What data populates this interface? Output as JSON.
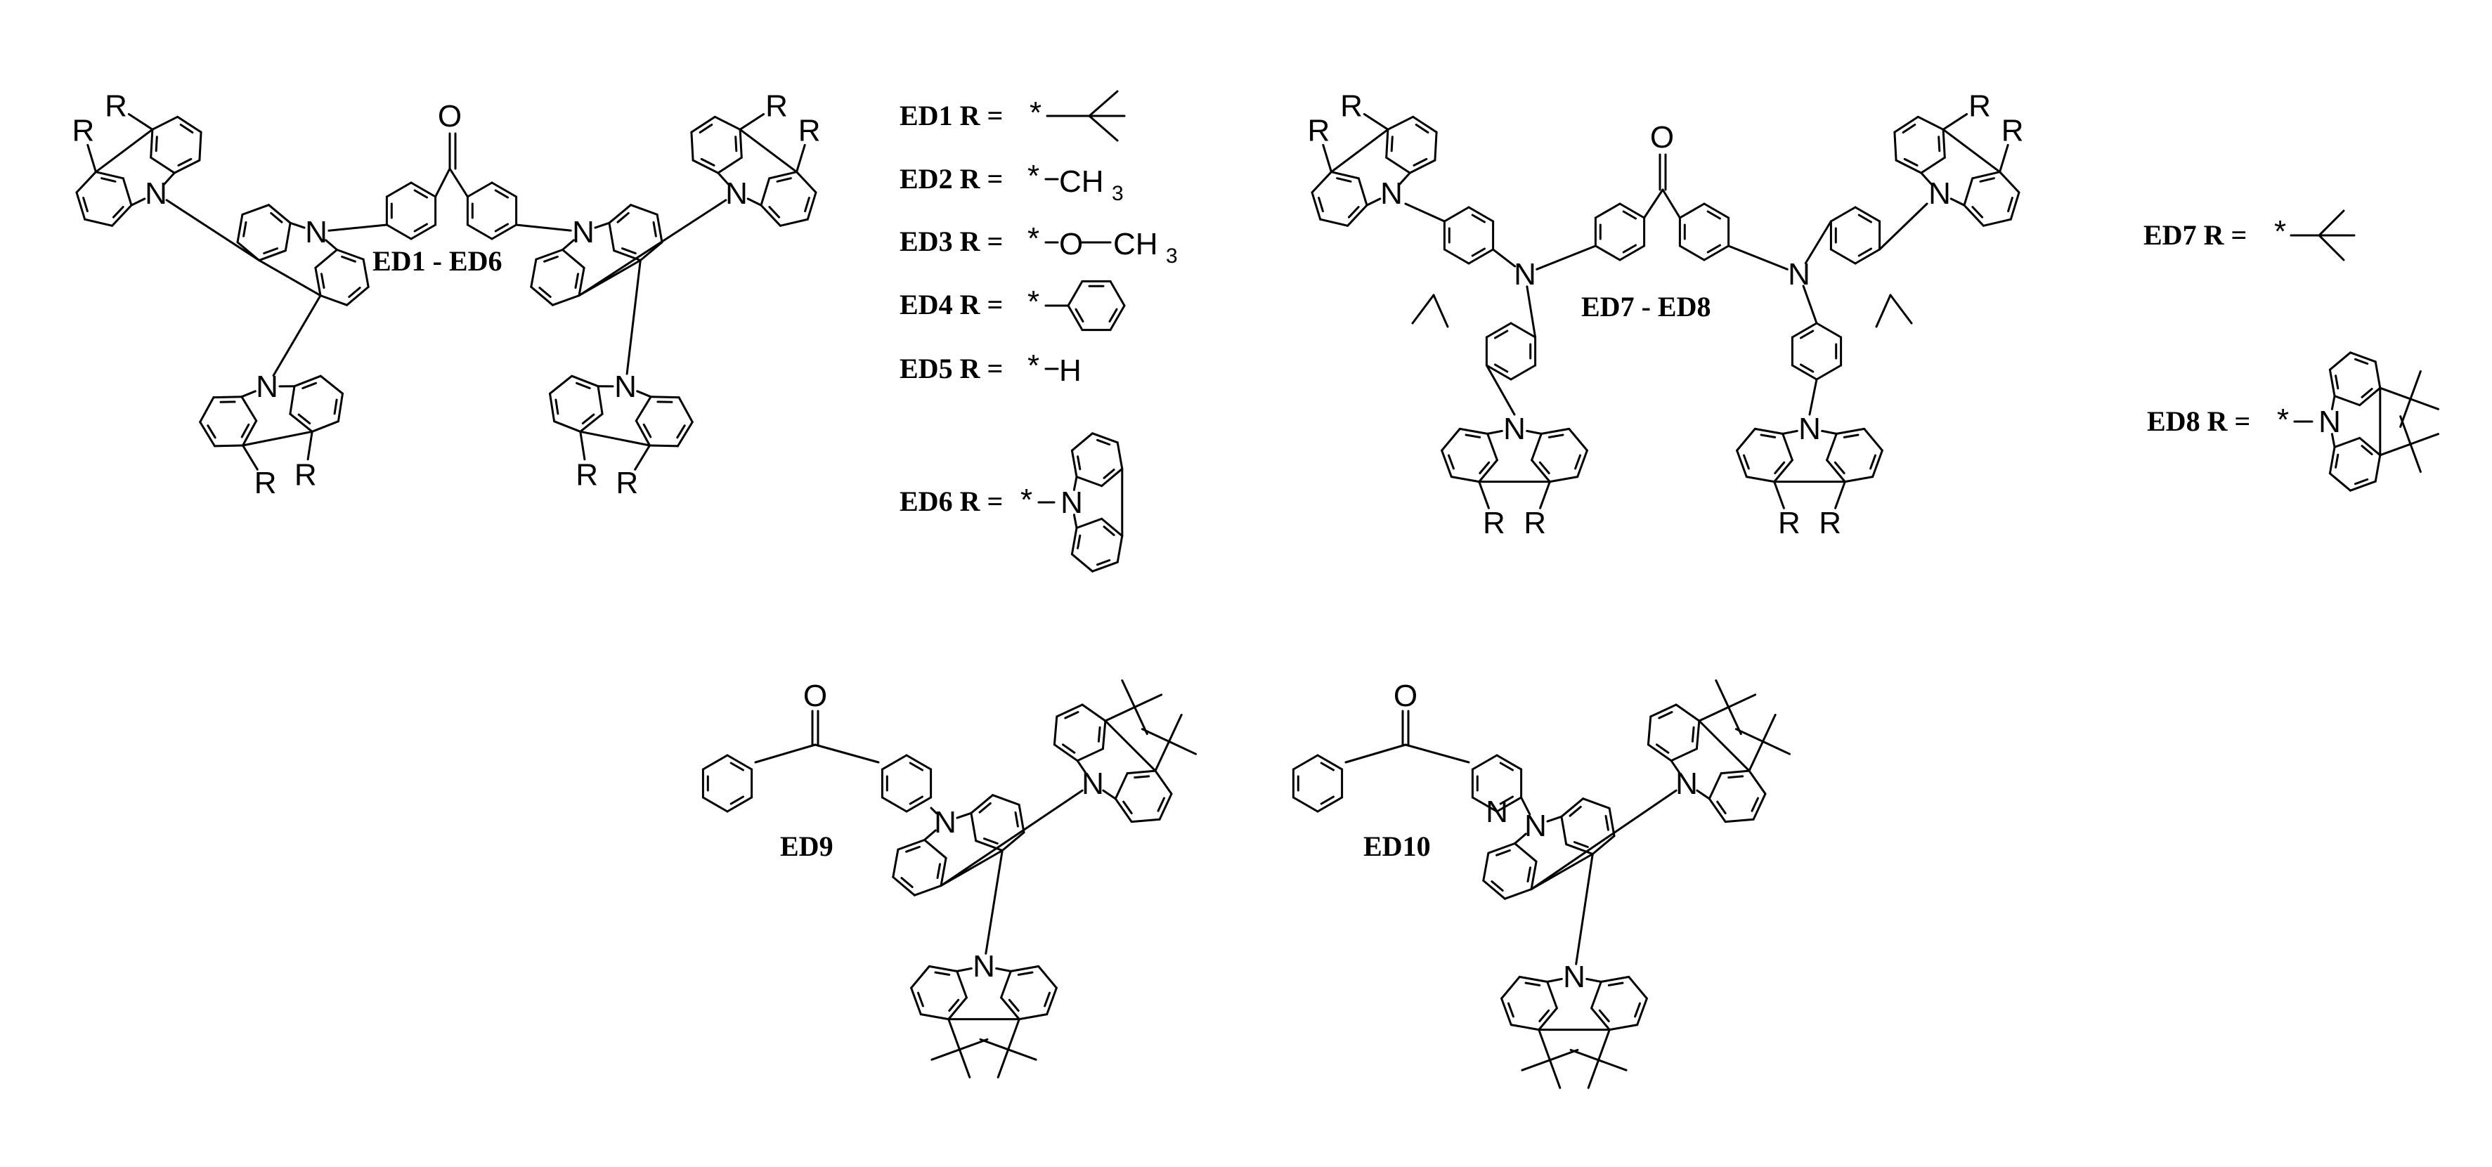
{
  "figure": {
    "group_labels": [
      "ED1 - ED6",
      "ED7 - ED8"
    ],
    "compound_labels": [
      "ED9",
      "ED10"
    ],
    "r_lines": [
      {
        "id": "ED1",
        "text": "ED1 R = "
      },
      {
        "id": "ED2",
        "text": "ED2 R = "
      },
      {
        "id": "ED3",
        "text": "ED3 R = "
      },
      {
        "id": "ED4",
        "text": "ED4 R = "
      },
      {
        "id": "ED5",
        "text": "ED5 R = "
      },
      {
        "id": "ED6",
        "text": "ED6 R = "
      },
      {
        "id": "ED7",
        "text": "ED7 R = "
      },
      {
        "id": "ED8",
        "text": "ED8 R = "
      }
    ],
    "substituents": {
      "me": "CH",
      "me_sub": "3",
      "o": "O",
      "h": "H"
    },
    "atoms": {
      "N": "N",
      "O": "O",
      "R": "R",
      "star": "*"
    }
  }
}
